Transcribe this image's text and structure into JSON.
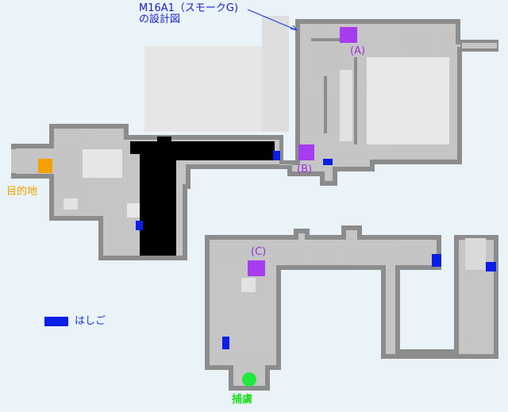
{
  "annotation": {
    "line1": "M16A1（スモークG)",
    "line2": "の設計図"
  },
  "markers": {
    "A": "(A)",
    "B": "(B)",
    "C": "(C)"
  },
  "labels": {
    "destination": "目的地",
    "ladder_legend": "はしご",
    "prisoner": "捕虜"
  },
  "colors": {
    "background": "#eaf3f8",
    "wall": "#8c8c8c",
    "floor": "#c8c8c8",
    "dark_area": "#000000",
    "pale_block": "#e8e8e8",
    "item_marker": "#a63cf0",
    "ladder": "#0a1ee6",
    "destination": "#f4a000",
    "prisoner": "#22e840",
    "annotation_text": "#1a36e6"
  }
}
